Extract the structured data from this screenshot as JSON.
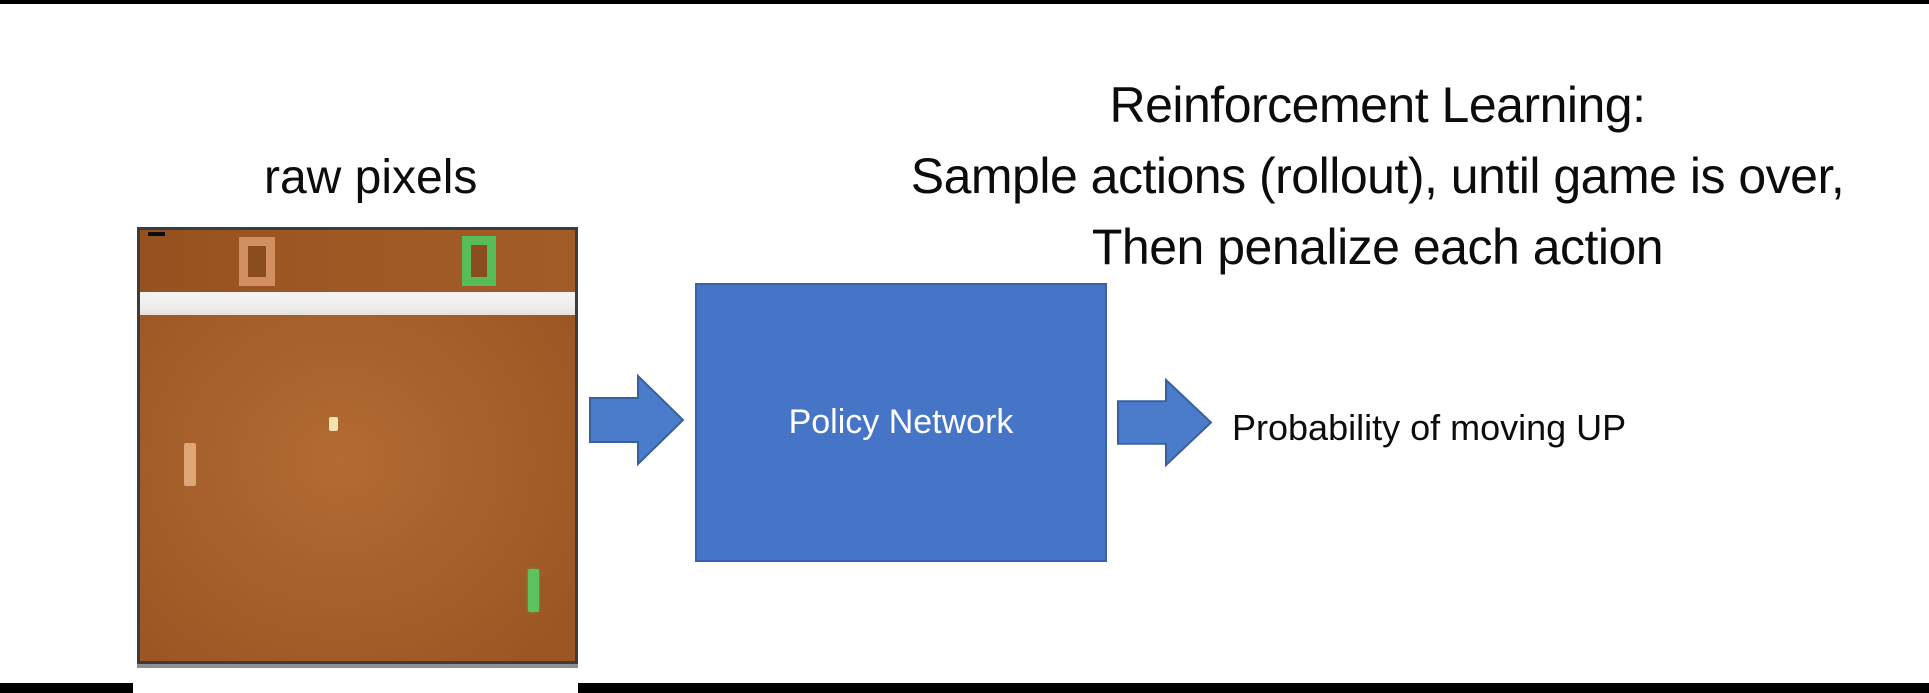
{
  "title": {
    "line1": "Reinforcement Learning:",
    "line2": "Sample actions (rollout), until game is over,",
    "line3": "Then penalize each action"
  },
  "game": {
    "label": "raw pixels",
    "left_score": "0",
    "right_score": "0",
    "description": "Atari Pong game frame",
    "colors": {
      "field_brown": "#a5602b",
      "score_strip_brown": "#9d5824",
      "top_wall_white": "#eeedeb",
      "left_score_orange": "#d28f60",
      "right_score_green": "#58bd58",
      "left_paddle_tan": "#dfa677",
      "right_paddle_green": "#5ec25e",
      "ball_cream": "#f3e2b3",
      "frame_border": "#3c3c3c"
    }
  },
  "policy_box": {
    "label": "Policy Network",
    "fill_color": "#4674c7",
    "border_color": "#3a62ab",
    "text_color": "#ffffff"
  },
  "output": {
    "label": "Probability of moving UP"
  },
  "arrows": {
    "fill_color": "#4b7ccb",
    "border_color": "#38609f"
  }
}
